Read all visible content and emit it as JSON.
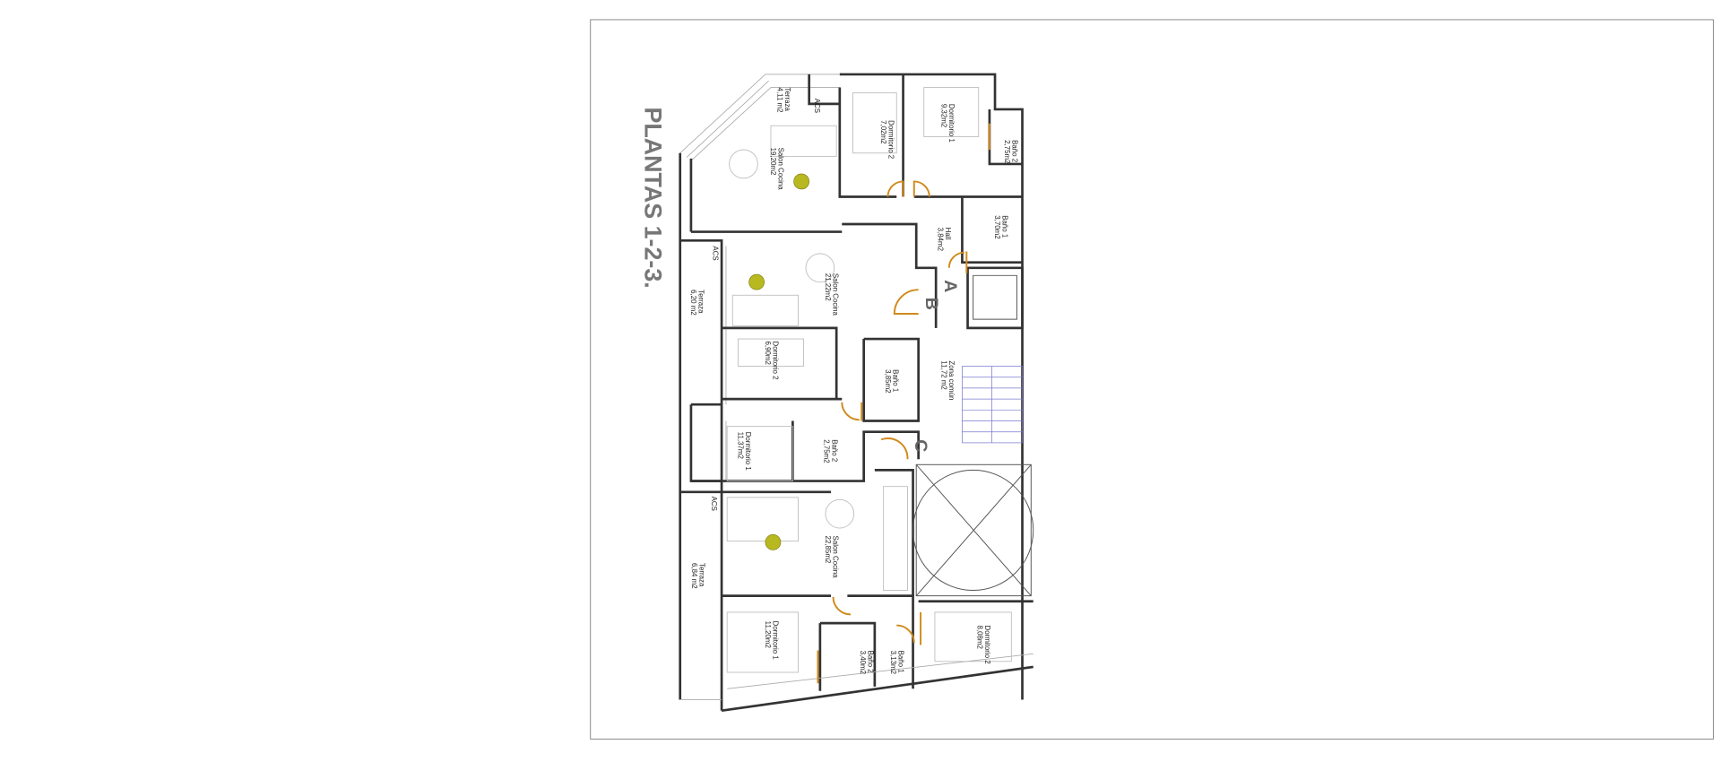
{
  "title": "PLANTAS 1-2-3.",
  "colors": {
    "walls": "#333333",
    "doors": "#d08a1c",
    "plants": "#b8b820",
    "stairs": "#7a7ad0",
    "title": "#777777"
  },
  "entrances": {
    "a": "A",
    "b": "B",
    "c": "C"
  },
  "rooms": {
    "top_terraza": {
      "name": "Terraza",
      "area": "4,11 m2"
    },
    "top_acs": {
      "name": "ACS"
    },
    "top_salon": {
      "name": "Salon Cocina",
      "area": "19,20m2"
    },
    "top_dorm2": {
      "name": "Dormitorio 2",
      "area": "7,02m2"
    },
    "top_dorm1": {
      "name": "Dormitorio 1",
      "area": "9,32m2"
    },
    "top_bano2": {
      "name": "Baño 2",
      "area": "2,75m2"
    },
    "top_bano1": {
      "name": "Baño 1",
      "area": "3,70m2"
    },
    "top_hall": {
      "name": "Hall",
      "area": "3,84m2"
    },
    "mid_acs": {
      "name": "ACS"
    },
    "mid_terraza": {
      "name": "Terraza",
      "area": "6,20 m2"
    },
    "mid_salon": {
      "name": "Salon Cocina",
      "area": "21,22m2"
    },
    "mid_dorm2": {
      "name": "Dormitorio 2",
      "area": "6,90m2"
    },
    "mid_bano1": {
      "name": "Baño 1",
      "area": "3,85m2"
    },
    "zona_comun": {
      "name": "Zona común",
      "area": "11,72 m2"
    },
    "mid_dorm1": {
      "name": "Dormitorio 1",
      "area": "11,37m2"
    },
    "mid_bano2": {
      "name": "Baño 2",
      "area": "2,75m2"
    },
    "low_acs": {
      "name": "ACS"
    },
    "low_terraza": {
      "name": "Terraza",
      "area": "6,84 m2"
    },
    "low_salon": {
      "name": "Salon Cocina",
      "area": "22,85m2"
    },
    "low_dorm1": {
      "name": "Dormitorio 1",
      "area": "11,20m2"
    },
    "low_bano2": {
      "name": "Baño 2",
      "area": "3,40m2"
    },
    "low_bano1": {
      "name": "Baño 1",
      "area": "3,13m2"
    },
    "low_dorm2": {
      "name": "Dormitorio 2",
      "area": "8,08m2"
    }
  }
}
